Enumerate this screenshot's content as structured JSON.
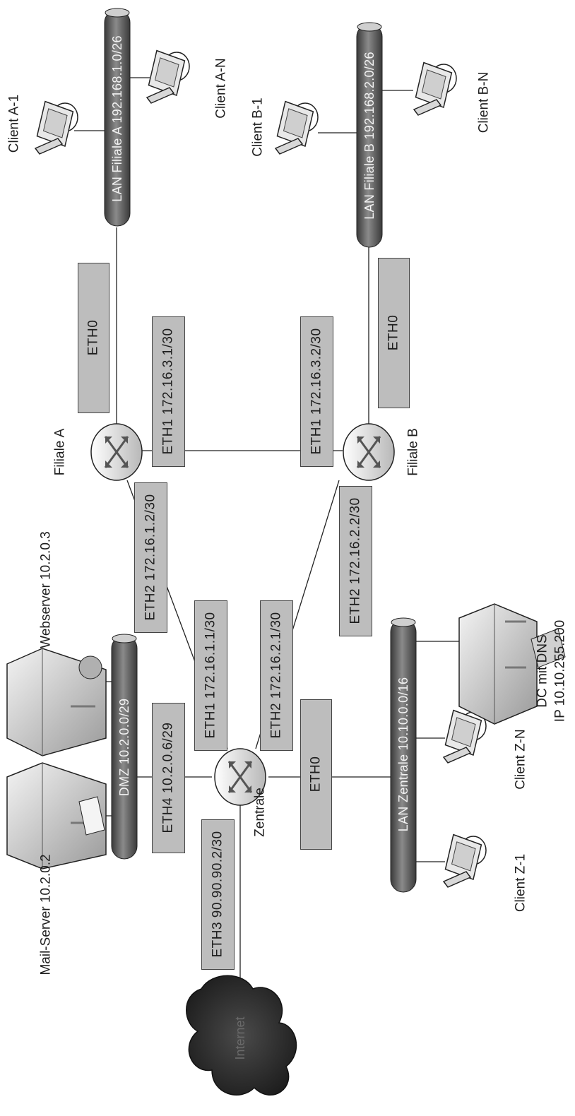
{
  "colors": {
    "box_fill": "#bdbdbd",
    "bus_fill": "#606060",
    "line": "#222222"
  },
  "buses": {
    "lan_a": "LAN Filiale A 192.168.1.0/26",
    "lan_b": "LAN Filiale B  192.168.2.0/26",
    "dmz": "DMZ 10.2.0.0/29",
    "lan_z": "LAN Zentrale 10.10.0.0/16"
  },
  "routers": {
    "filiale_a": "Filiale A",
    "filiale_b": "Filiale B",
    "zentrale": "Zentrale"
  },
  "interfaces": {
    "a_eth0": "ETH0",
    "a_eth1": "ETH1 172.16.3.1/30",
    "b_eth1": "ETH1 172.16.3.2/30",
    "b_eth0": "ETH0",
    "a_eth2": "ETH2 172.16.1.2/30",
    "b_eth2": "ETH2 172.16.2.2/30",
    "z_eth1": "ETH1 172.16.1.1/30",
    "z_eth2": "ETH2 172.16.2.1/30",
    "z_eth0": "ETH0",
    "z_eth4": "ETH4 10.2.0.6/29",
    "z_eth3": "ETH3 90.90.90.2/30"
  },
  "devices": {
    "client_a1": "Client A-1",
    "client_an": "Client A-N",
    "client_b1": "Client B-1",
    "client_bn": "Client B-N",
    "client_z1": "Client Z-1",
    "client_zn": "Client Z-N",
    "dc_line1": "DC mit DNS",
    "dc_line2": "IP 10.10.255.200",
    "webserver": "Webserver 10.2.0.3",
    "mailserver": "Mail-Server 10.2.0.2",
    "internet": "Internet"
  }
}
